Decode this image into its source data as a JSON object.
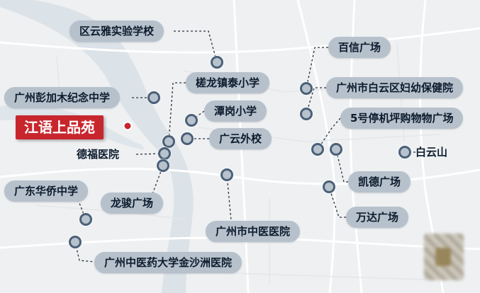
{
  "highlight": {
    "name": "江语上品苑",
    "color": "#c8262d"
  },
  "labels": {
    "quyunya": "区云雅实验学校",
    "baixin": "百信广场",
    "cenglong": "槎龙镇泰小学",
    "pengjiamu": "广州彭加木纪念中学",
    "baiyun_fuyou": "广州市白云区妇幼保健院",
    "tangang": "潭岗小学",
    "tingji": "5号停机坪购物物广场",
    "guangyun": "广云外校",
    "baiyunshan": "白云山",
    "defu": "德福医院",
    "kaide": "凯德广场",
    "huaqiao": "广东华侨中学",
    "longjun": "龙骏广场",
    "wanda": "万达广场",
    "zhongyiyuan": "广州市中医医院",
    "jinshazhou": "广州中医药大学金沙洲医院"
  },
  "colors": {
    "label_bg": "#b6c1cc",
    "label_text": "#0c1b2c",
    "marker_ring": "#4a6078",
    "river": "#dbe2e8",
    "road": "#ffffff"
  }
}
